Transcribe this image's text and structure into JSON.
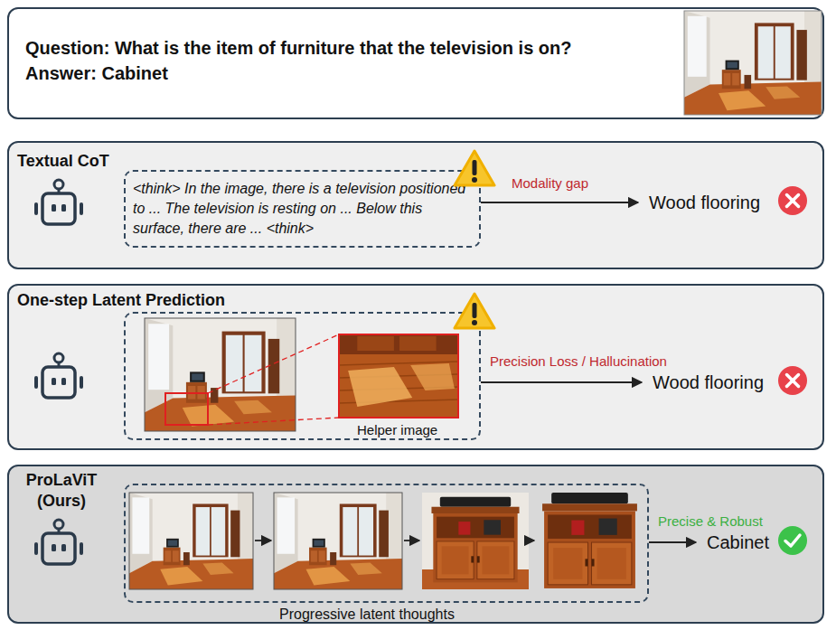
{
  "diagram": {
    "nodes": [
      {
        "text": [
          "Question: What is the item of furniture that the television is on?",
          "Answer: Cabinet"
        ]
      },
      {
        "text": [
          "Textual CoT"
        ]
      },
      {
        "text": [
          "<think> In the image, there is a television positioned to ... The television is resting on ... Below this surface, there are ... <think>"
        ],
        "in": 1
      },
      {
        "text": [
          "Wood flooring"
        ],
        "in": 1
      },
      {
        "text": [
          "One-step Latent Prediction"
        ]
      },
      {
        "text": [
          "Helper image"
        ],
        "in": 4
      },
      {
        "text": [
          "Wood flooring"
        ],
        "in": 4
      },
      {
        "text": [
          "ProLaViT (Ours)"
        ]
      },
      {
        "text": [
          "Progressive latent thoughts"
        ],
        "in": 7
      },
      {
        "text": [
          "Cabinet"
        ],
        "in": 7
      }
    ],
    "edges": [
      {
        "from": 2,
        "to": 3,
        "label": "Modality gap",
        "arrow": "to"
      },
      {
        "from": 5,
        "to": 6,
        "label": "Precision Loss / Hallucination",
        "arrow": "to"
      },
      {
        "from": 8,
        "to": 9,
        "label": "Precise & Robust",
        "arrow": "to"
      }
    ]
  }
}
